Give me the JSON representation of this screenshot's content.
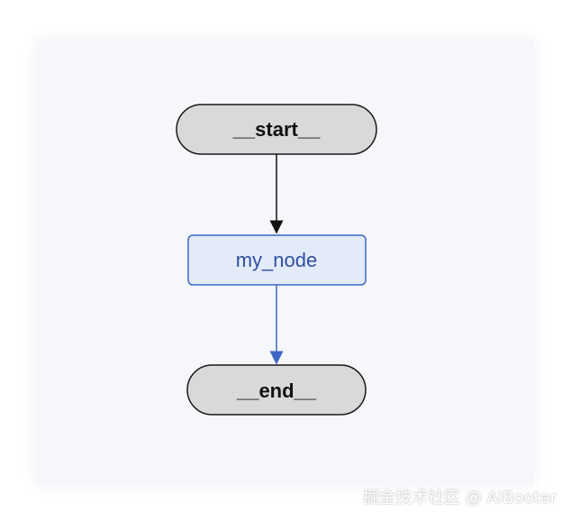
{
  "diagram": {
    "nodes": [
      {
        "id": "start",
        "label": "__start__",
        "shape": "pill",
        "fill": "#d9d9d9",
        "stroke": "#1a1a1a",
        "text_color": "#111111"
      },
      {
        "id": "my_node",
        "label": "my_node",
        "shape": "rect",
        "fill": "#e3eaf8",
        "stroke": "#3f66c4",
        "text_color": "#2f4fa3"
      },
      {
        "id": "end",
        "label": "__end__",
        "shape": "pill",
        "fill": "#d9d9d9",
        "stroke": "#1a1a1a",
        "text_color": "#111111"
      }
    ],
    "edges": [
      {
        "from": "start",
        "to": "my_node",
        "color": "#111111"
      },
      {
        "from": "my_node",
        "to": "end",
        "color": "#3f66c4"
      }
    ]
  },
  "watermark": "掘金技术社区 @ AIBooter",
  "colors": {
    "canvas_bg": "#f5f7fb",
    "page_bg": "#ffffff"
  }
}
